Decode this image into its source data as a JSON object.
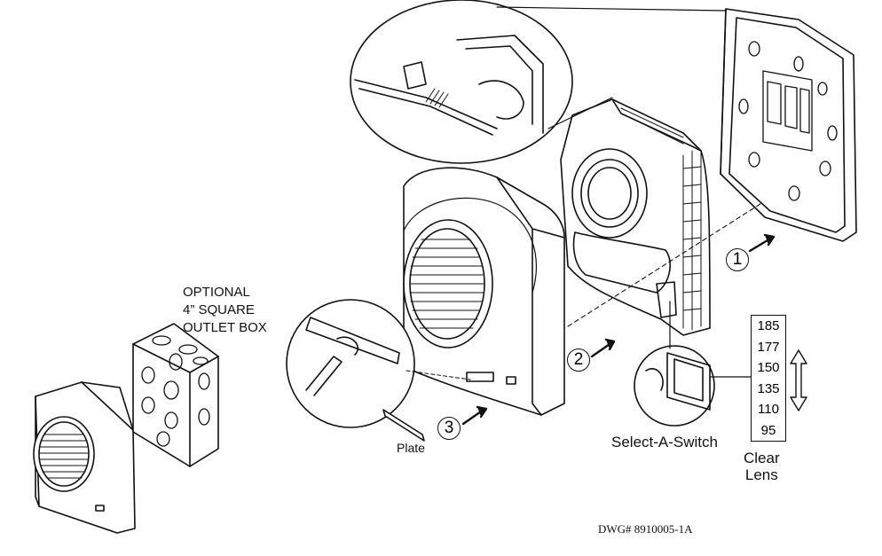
{
  "outlet_box_label": [
    "OPTIONAL",
    "4”  SQUARE",
    "OUTLET BOX"
  ],
  "select_switch_label": "Select-A-Switch",
  "clear_lens_label": [
    "Clear",
    "Lens"
  ],
  "plate_label": "Plate",
  "drawing_number": "DWG# 8910005-1A",
  "lens_settings": [
    "185",
    "177",
    "150",
    "135",
    "110",
    "95"
  ],
  "steps": [
    "1",
    "2",
    "3"
  ]
}
